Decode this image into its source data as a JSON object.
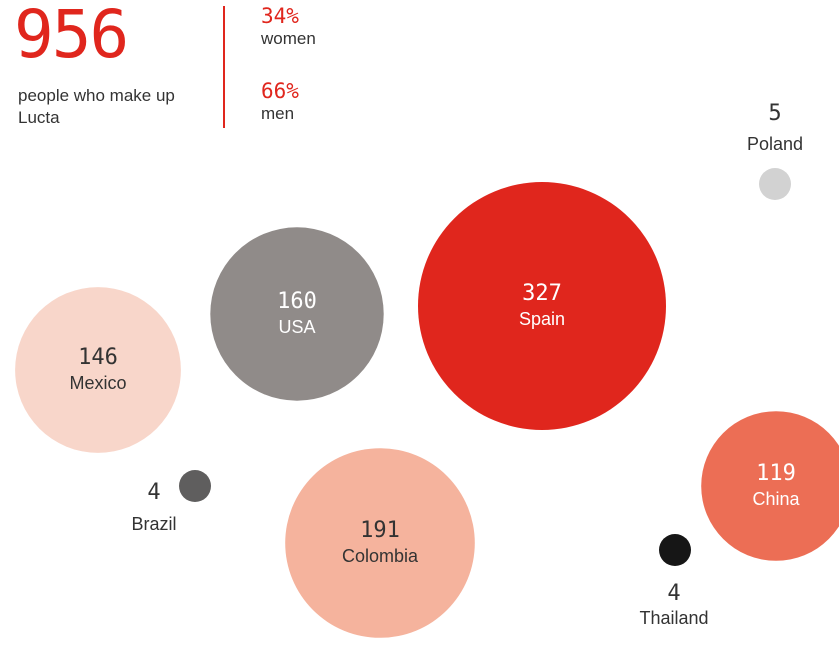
{
  "summary": {
    "total": "956",
    "total_label": "people who make up Lucta",
    "women_value": "34%",
    "women_label": "women",
    "men_value": "66%",
    "men_label": "men"
  },
  "chart_data": {
    "type": "bubble",
    "title": "",
    "categories": [
      "Spain",
      "Colombia",
      "USA",
      "Mexico",
      "China",
      "Poland",
      "Brazil",
      "Thailand"
    ],
    "values": [
      327,
      191,
      160,
      146,
      119,
      5,
      4,
      4
    ],
    "colors": [
      "#e0261d",
      "#f5b39d",
      "#908b89",
      "#f8d6ca",
      "#ec6e55",
      "#d2d2d2",
      "#5f5e5e",
      "#161616"
    ],
    "text_colors": [
      "#ffffff",
      "#333333",
      "#ffffff",
      "#333333",
      "#ffffff",
      "#333333",
      "#333333",
      "#333333"
    ],
    "legend": "none",
    "grid": false
  }
}
